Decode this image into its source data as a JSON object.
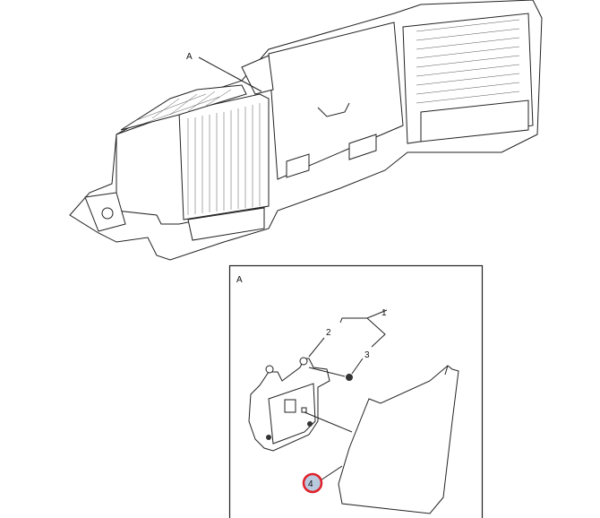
{
  "diagram": {
    "overview": {
      "callout_label": "A"
    },
    "detail_view": {
      "view_label": "A",
      "callouts": [
        {
          "number": "1"
        },
        {
          "number": "2"
        },
        {
          "number": "3"
        },
        {
          "number": "4",
          "highlighted": true
        }
      ]
    },
    "colors": {
      "highlight_ring": "#e0202a",
      "highlight_fill": "#b9c9de",
      "line": "#222222"
    }
  }
}
